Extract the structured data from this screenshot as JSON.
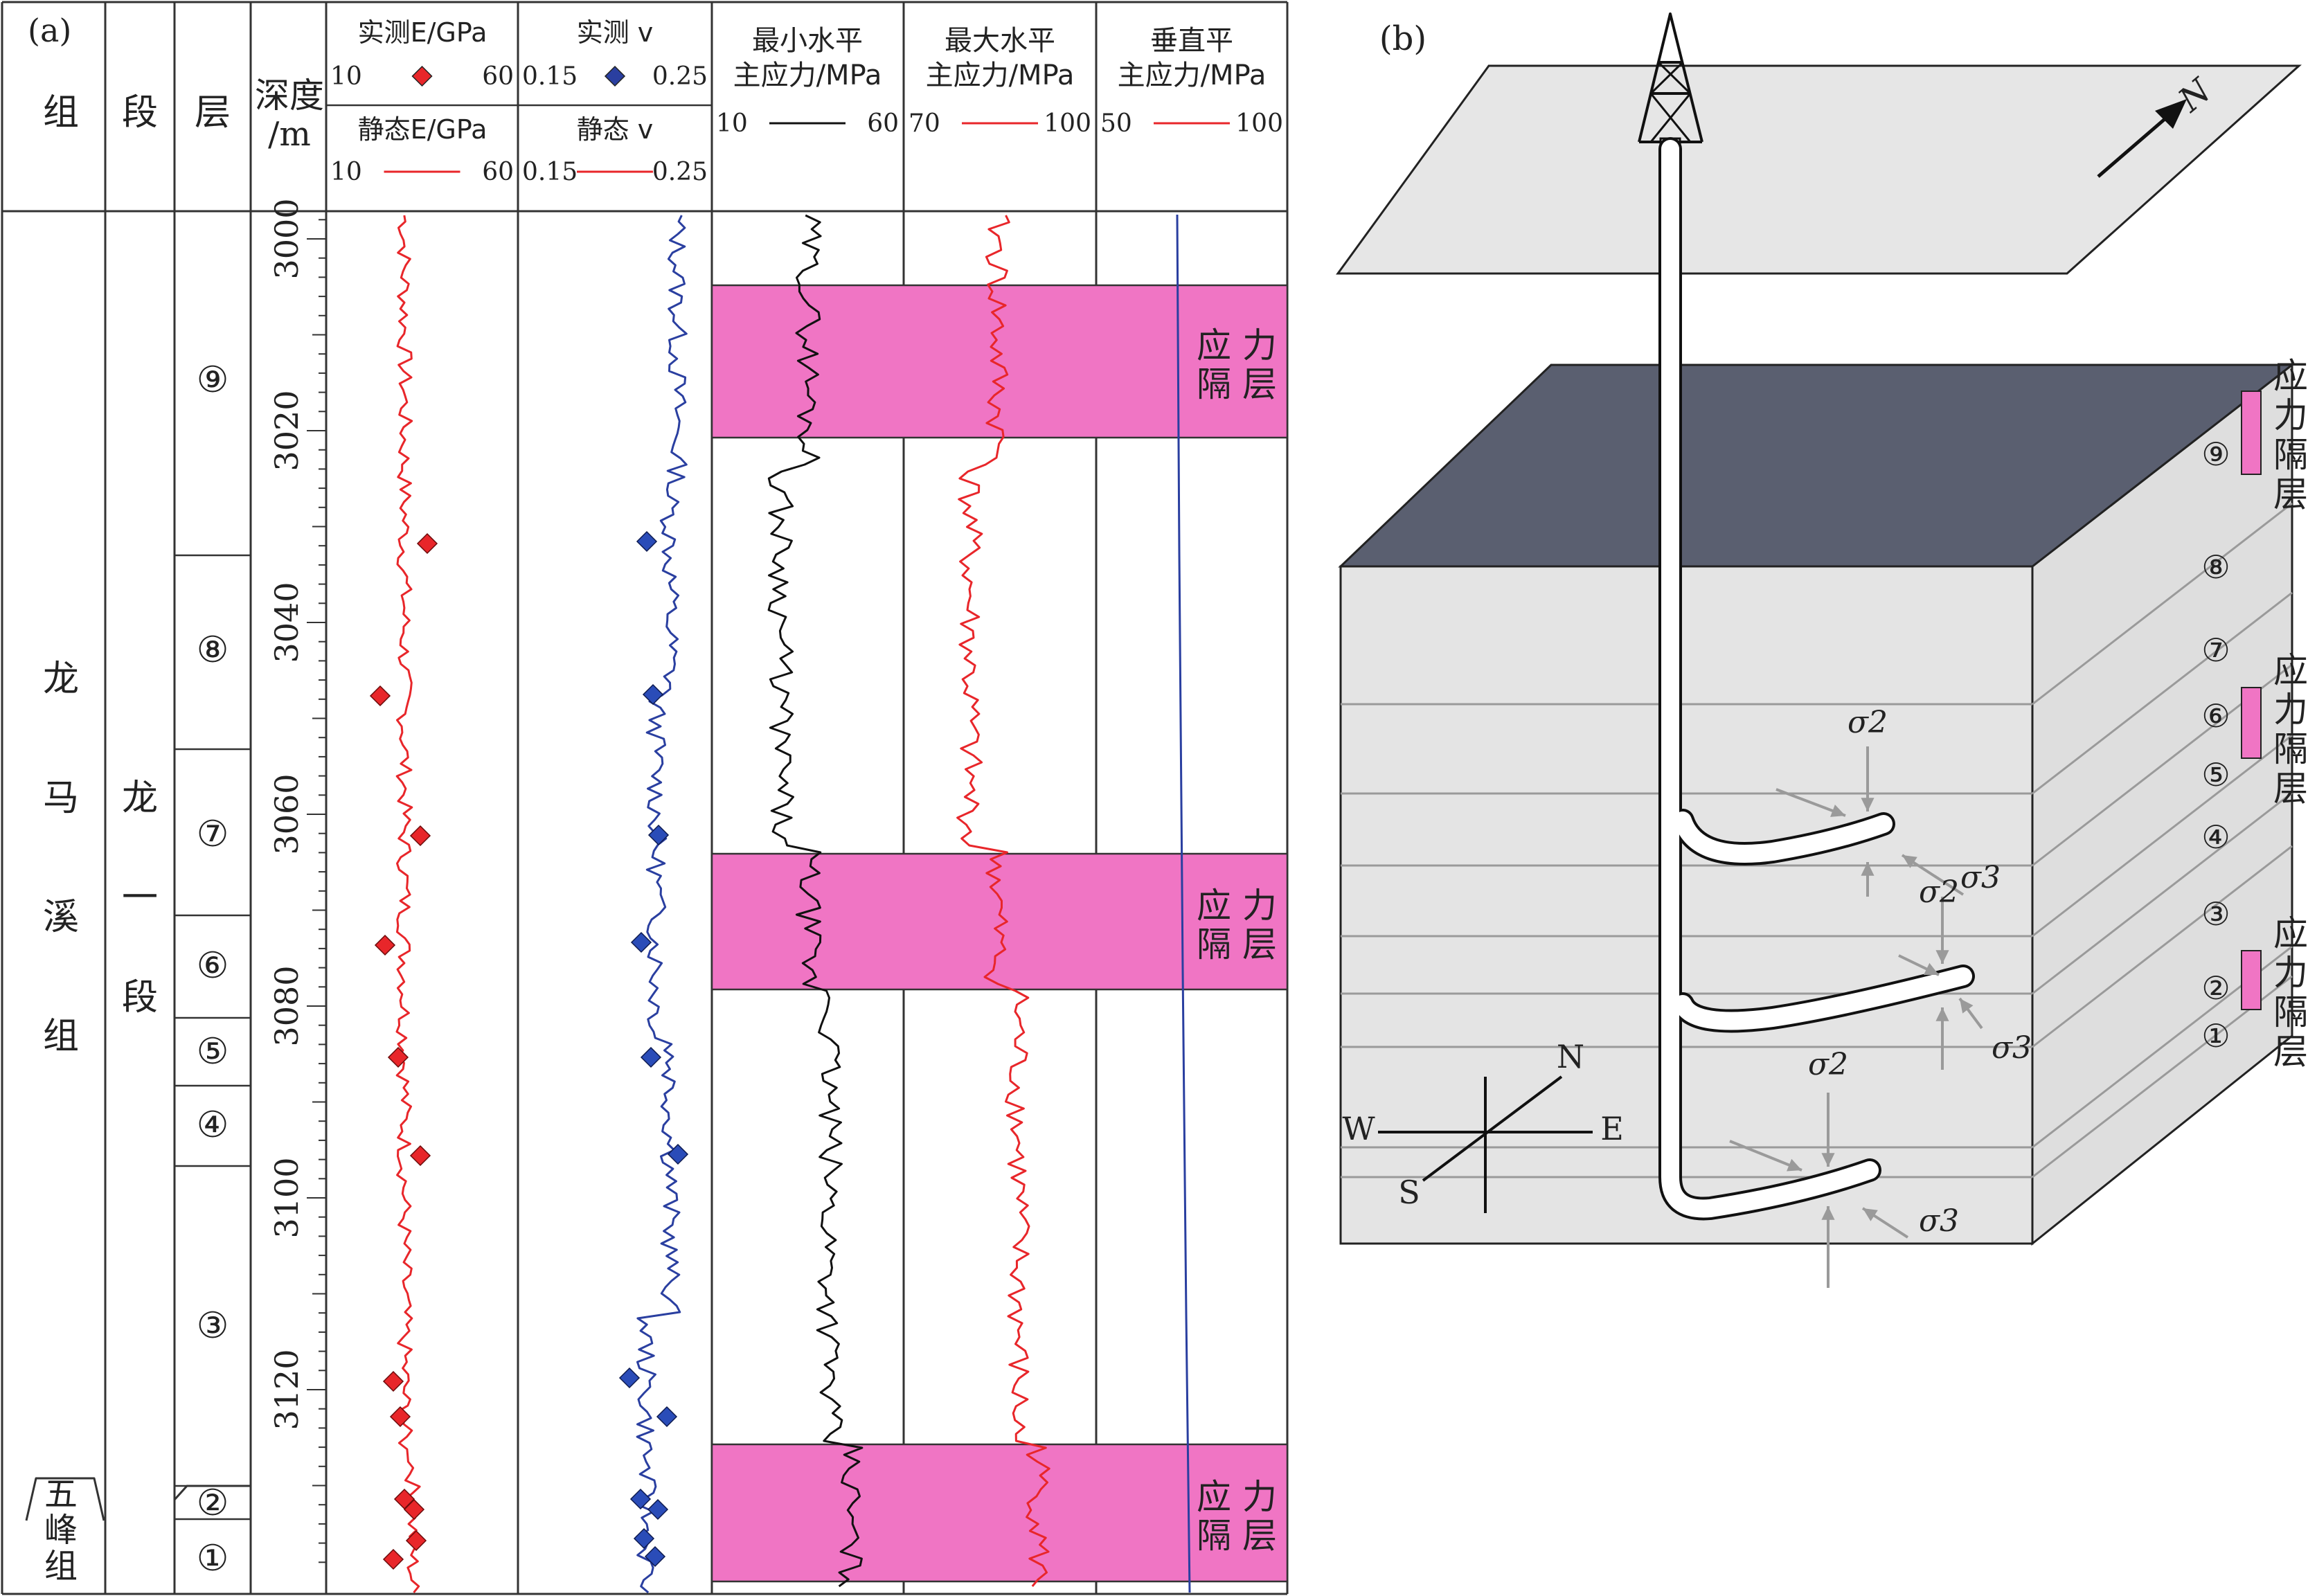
{
  "panel_a": {
    "label": "(a)",
    "headers": {
      "zu": "组",
      "duan": "段",
      "ceng": "层",
      "depth": [
        "深度",
        "/m"
      ],
      "e_measured": "实测E/GPa",
      "e_static": "静态E/GPa",
      "v_measured": "实测 v",
      "v_static": "静态 v",
      "shmin": [
        "最小水平",
        "主应力/MPa"
      ],
      "shmax": [
        "最大水平",
        "主应力/MPa"
      ],
      "sv": [
        "垂直平",
        "主应力/MPa"
      ]
    },
    "scales": {
      "e_measured": [
        "10",
        "60"
      ],
      "e_static": [
        "10",
        "60"
      ],
      "v_measured": [
        "0.15",
        "0.25"
      ],
      "v_static": [
        "0.15",
        "0.25"
      ],
      "shmin": [
        "10",
        "60"
      ],
      "shmax": [
        "70",
        "100"
      ],
      "sv": [
        "50",
        "100"
      ]
    },
    "formation_main": [
      "龙",
      "马",
      "溪",
      "组"
    ],
    "formation_lower": [
      "五",
      "峰",
      "组"
    ],
    "member": [
      "龙",
      "一",
      "段"
    ],
    "layers": [
      "⑨",
      "⑧",
      "⑦",
      "⑥",
      "⑤",
      "④",
      "③",
      "②",
      "①"
    ],
    "depth_ticks": [
      "3000",
      "3020",
      "3040",
      "3060",
      "3080",
      "3100",
      "3120"
    ],
    "barrier_label": [
      "应 力",
      "隔 层"
    ],
    "colors": {
      "barrier": "#f075c4",
      "e_curve": "#e8262a",
      "v_curve": "#2a3fa0",
      "shmin": "#111111",
      "shmax": "#e8262a",
      "sv": "#2a3fa0"
    }
  },
  "panel_b": {
    "label": "(b)",
    "north": "N",
    "compass": {
      "n": "N",
      "e": "E",
      "w": "W",
      "s": "S"
    },
    "sigma2": "σ2",
    "sigma3": "σ3",
    "layers_side": [
      "⑨",
      "⑧",
      "⑦",
      "⑥",
      "⑤",
      "④",
      "③",
      "②",
      "①"
    ],
    "barrier_side": [
      "应",
      "力",
      "隔",
      "层"
    ],
    "colors": {
      "top_face": "#5a5f70",
      "side_face": "#e4e4e4",
      "surface": "#e6e6e6",
      "barrier": "#f075c4"
    }
  }
}
